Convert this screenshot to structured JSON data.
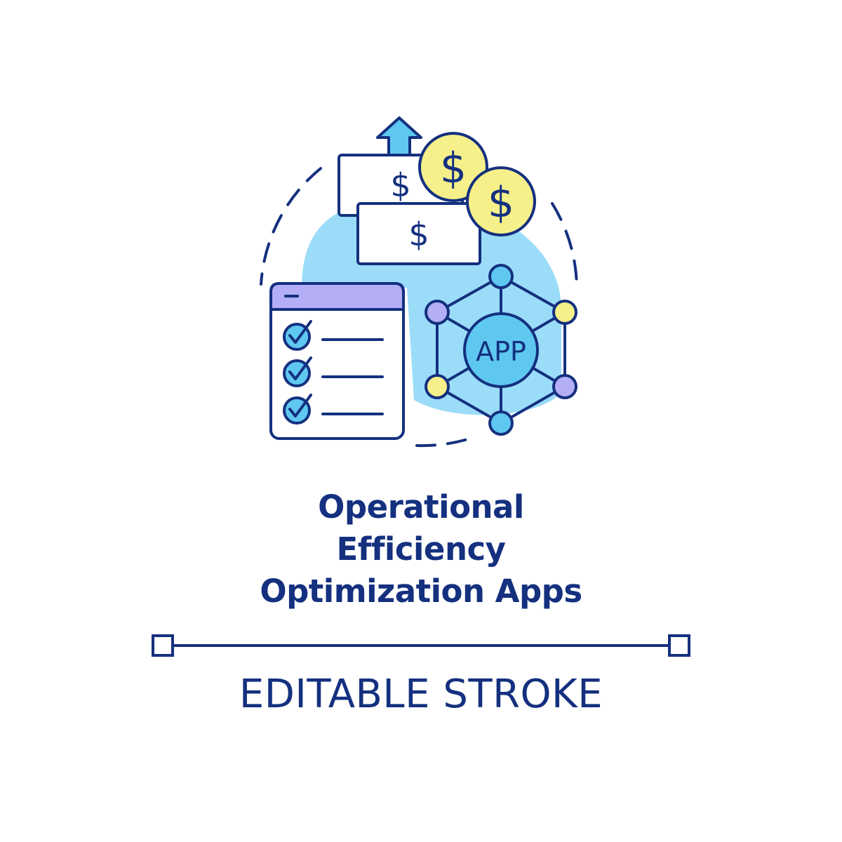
{
  "icon": {
    "name": "operational-efficiency-icon",
    "app_badge_text": "APP",
    "currency_symbol": "$",
    "colors": {
      "stroke": "#14307f",
      "light_blue": "#9bdcf9",
      "cyan": "#5fc8f1",
      "yellow": "#f6f08a",
      "lavender": "#b3aef5",
      "white": "#ffffff"
    }
  },
  "title": {
    "line1": "Operational",
    "line2": "Efficiency",
    "line3": "Optimization Apps"
  },
  "caption": "EDITABLE STROKE"
}
